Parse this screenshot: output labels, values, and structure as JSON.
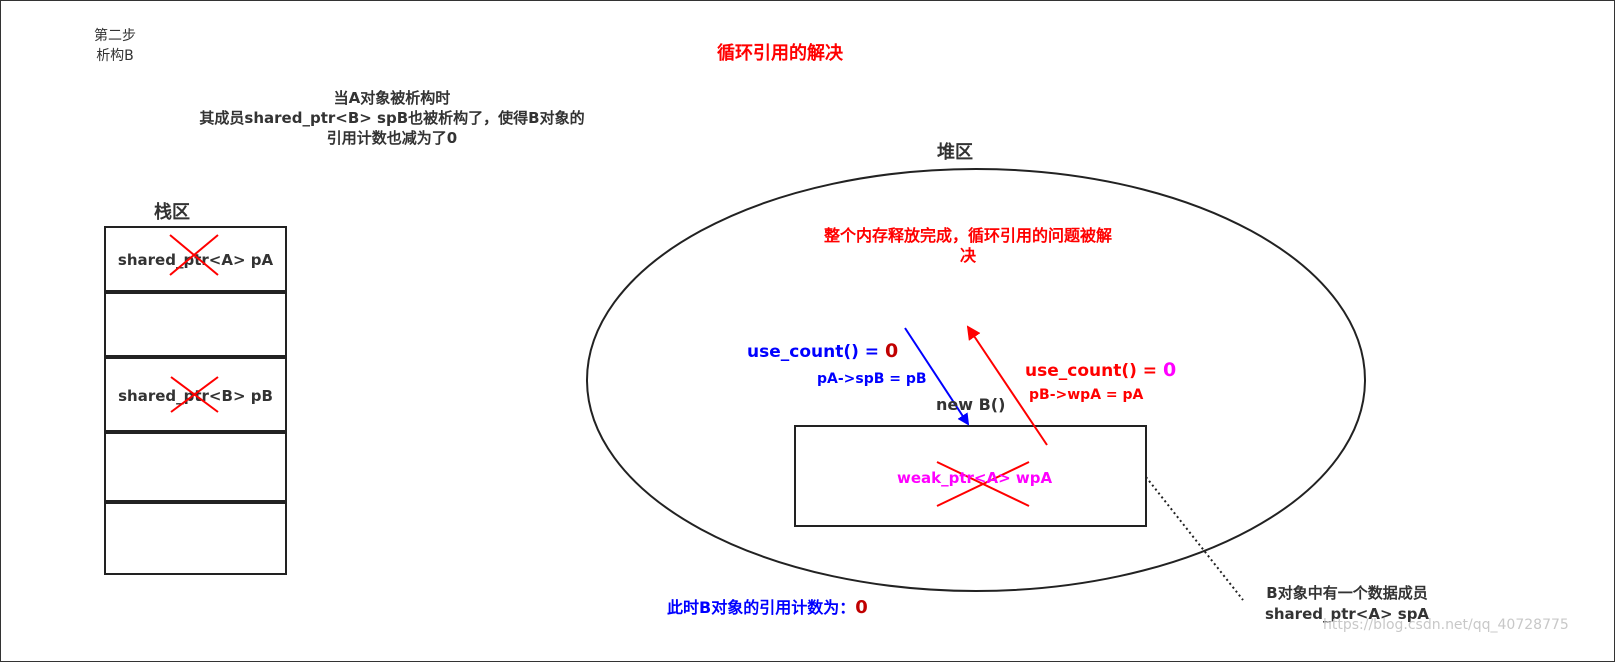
{
  "step": {
    "line1": "第二步",
    "line2": "析构B"
  },
  "title": "循环引用的解决",
  "description": {
    "line1": "当A对象被析构时",
    "line2": "其成员shared_ptr<B> spB也被析构了，使得B对象的",
    "line3": "引用计数也减为了0"
  },
  "stack": {
    "label": "栈区",
    "cells": [
      "shared_ptr<A> pA",
      "",
      "shared_ptr<B> pB",
      "",
      ""
    ]
  },
  "heap": {
    "label": "堆区",
    "message": {
      "line1": "整个内存释放完成，循环引用的问题被解",
      "line2": "决"
    },
    "object_label": "new B()",
    "member": "weak_ptr<A> wpA"
  },
  "arrows": {
    "left": {
      "count_label": "use_count() = ",
      "count_value": "0",
      "expr": "pA->spB = pB"
    },
    "right": {
      "count_label": "use_count() = ",
      "count_value": "0",
      "expr": "pB->wpA = pA"
    }
  },
  "bottom_note": {
    "label": "此时B对象的引用计数为：",
    "value": "0"
  },
  "member_note": {
    "line1": "B对象中有一个数据成员",
    "line2": "shared_ptr<A> spA"
  },
  "watermark": "https://blog.csdn.net/qq_40728775",
  "colors": {
    "red": "#ff0000",
    "blue": "#0000ff",
    "magenta": "#ff00ff",
    "darkred": "#c00000",
    "dark": "#333333"
  }
}
